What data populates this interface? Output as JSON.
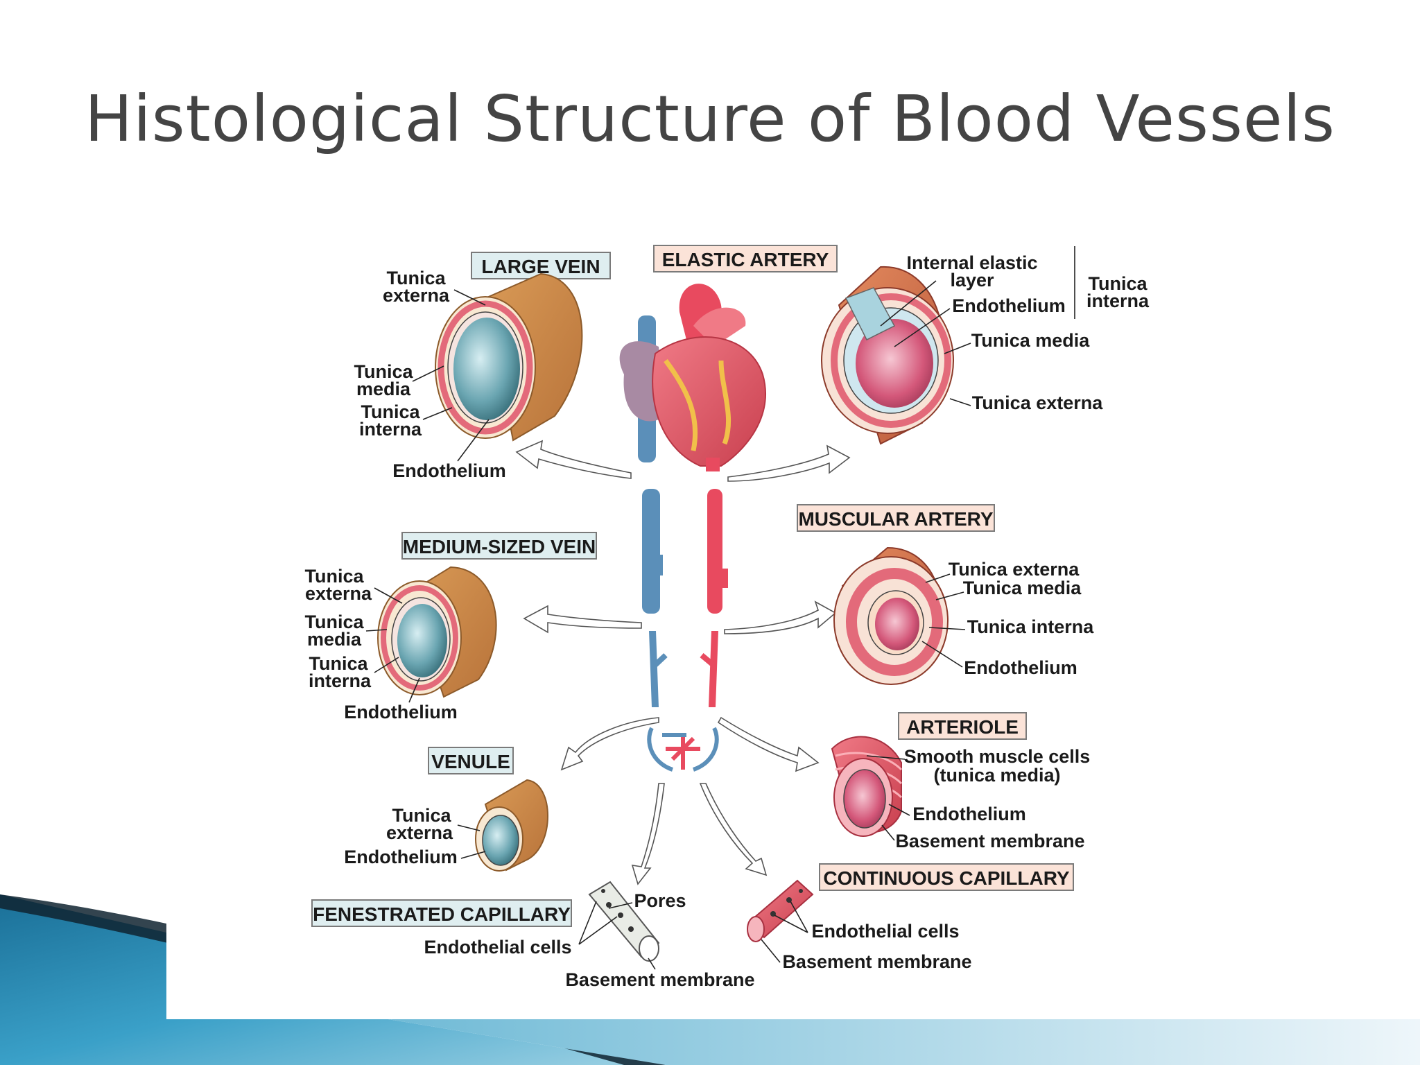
{
  "title": "Histological Structure of Blood Vessels",
  "colors": {
    "artery": "#e84a5f",
    "vein": "#5b8fb9",
    "tunica_externa": "#c98a4a",
    "lumen": "#4f8c99",
    "accent_blue": "#1b88b0"
  },
  "headers": {
    "large_vein": "LARGE VEIN",
    "elastic_artery": "ELASTIC ARTERY",
    "medium_vein": "MEDIUM-SIZED VEIN",
    "muscular_artery": "MUSCULAR ARTERY",
    "venule": "VENULE",
    "arteriole": "ARTERIOLE",
    "fenestrated_capillary": "FENESTRATED CAPILLARY",
    "continuous_capillary": "CONTINUOUS CAPILLARY"
  },
  "labels": {
    "lv_externa_1": "Tunica",
    "lv_externa_2": "externa",
    "lv_media_1": "Tunica",
    "lv_media_2": "media",
    "lv_interna_1": "Tunica",
    "lv_interna_2": "interna",
    "lv_endothelium": "Endothelium",
    "ea_iel_1": "Internal elastic",
    "ea_iel_2": "layer",
    "ea_endothelium": "Endothelium",
    "ea_interna_1": "Tunica",
    "ea_interna_2": "interna",
    "ea_media": "Tunica media",
    "ea_externa": "Tunica externa",
    "mv_externa_1": "Tunica",
    "mv_externa_2": "externa",
    "mv_media_1": "Tunica",
    "mv_media_2": "media",
    "mv_interna_1": "Tunica",
    "mv_interna_2": "interna",
    "mv_endothelium": "Endothelium",
    "ma_externa": "Tunica externa",
    "ma_media": "Tunica media",
    "ma_interna": "Tunica interna",
    "ma_endothelium": "Endothelium",
    "vn_externa_1": "Tunica",
    "vn_externa_2": "externa",
    "vn_endothelium": "Endothelium",
    "ar_smooth_1": "Smooth muscle cells",
    "ar_smooth_2": "(tunica media)",
    "ar_endothelium": "Endothelium",
    "ar_basement": "Basement membrane",
    "fc_pores": "Pores",
    "fc_endothelial": "Endothelial cells",
    "fc_basement": "Basement membrane",
    "cc_endothelial": "Endothelial cells",
    "cc_basement": "Basement membrane"
  }
}
